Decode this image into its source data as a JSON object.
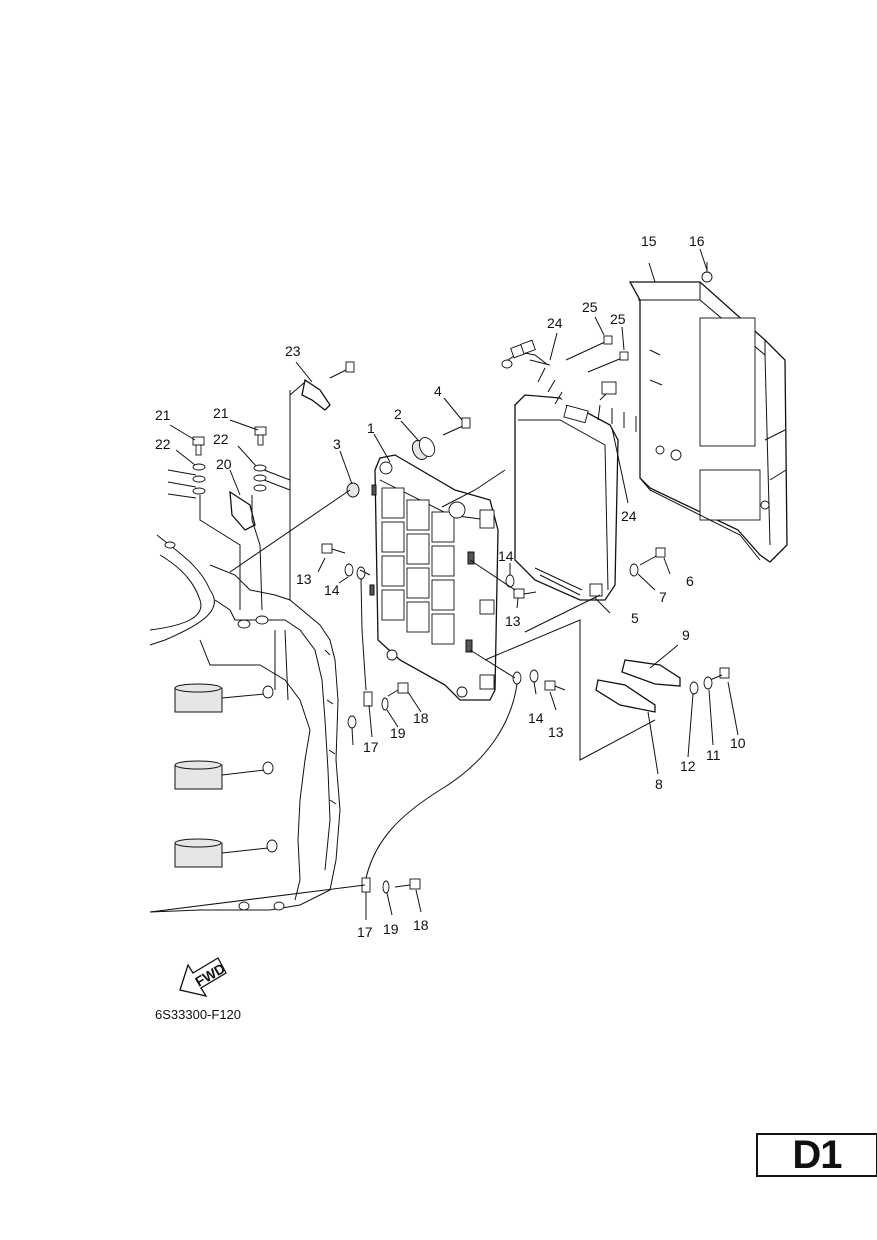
{
  "callouts": {
    "c1": "1",
    "c2": "2",
    "c3": "3",
    "c4": "4",
    "c5": "5",
    "c6": "6",
    "c7": "7",
    "c8": "8",
    "c9": "9",
    "c10": "10",
    "c11": "11",
    "c12": "12",
    "c13a": "13",
    "c13b": "13",
    "c13c": "13",
    "c14a": "14",
    "c14b": "14",
    "c14c": "14",
    "c15": "15",
    "c16": "16",
    "c17a": "17",
    "c17b": "17",
    "c18a": "18",
    "c18b": "18",
    "c19a": "19",
    "c19b": "19",
    "c20": "20",
    "c21a": "21",
    "c21b": "21",
    "c22a": "22",
    "c22b": "22",
    "c23": "23",
    "c24a": "24",
    "c24b": "24",
    "c25a": "25",
    "c25b": "25"
  },
  "fwd_label": "FWD",
  "drawing_code": "6S33300-F120",
  "page_label": "D1"
}
